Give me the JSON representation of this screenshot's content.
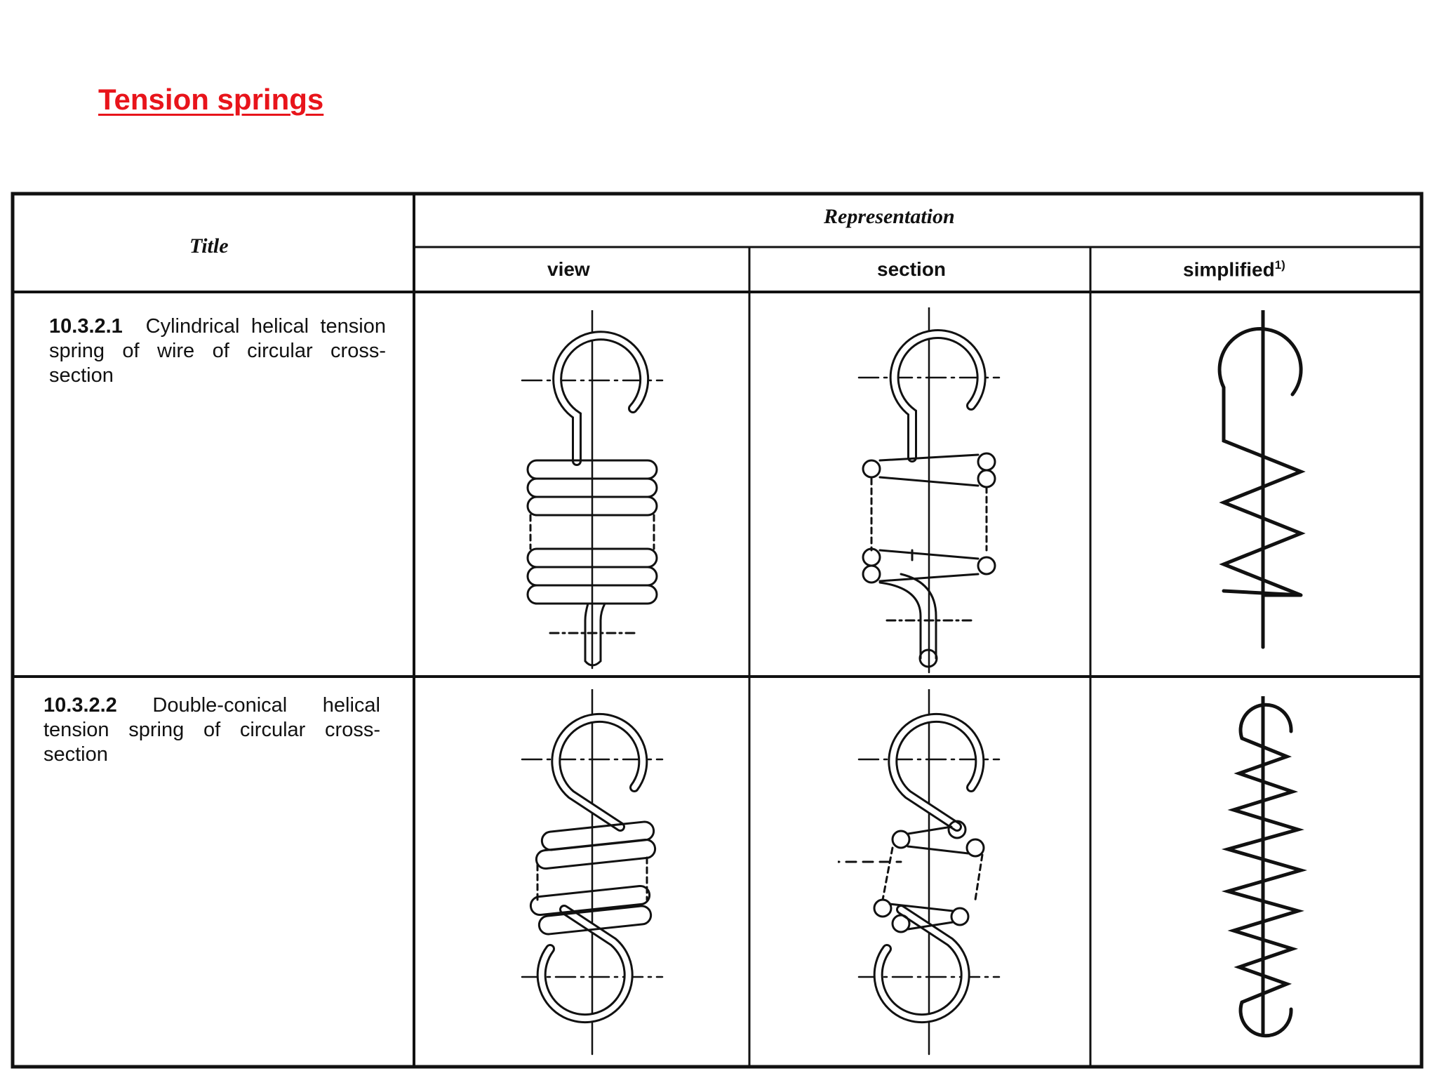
{
  "slide": {
    "title": "Tension springs"
  },
  "table": {
    "title_header": "Title",
    "representation_header": "Representation",
    "columns": [
      {
        "label": "view"
      },
      {
        "label": "section"
      },
      {
        "label": "simplified",
        "footnote": "1)"
      }
    ],
    "rows": [
      {
        "number": "10.3.2.1",
        "title": "Cylindrical helical tension spring of wire of circular cross-section",
        "icon": "cylindrical-spring"
      },
      {
        "number": "10.3.2.2",
        "title": "Double-conical helical tension spring of circular cross-section",
        "icon": "double-conical-spring"
      }
    ]
  }
}
